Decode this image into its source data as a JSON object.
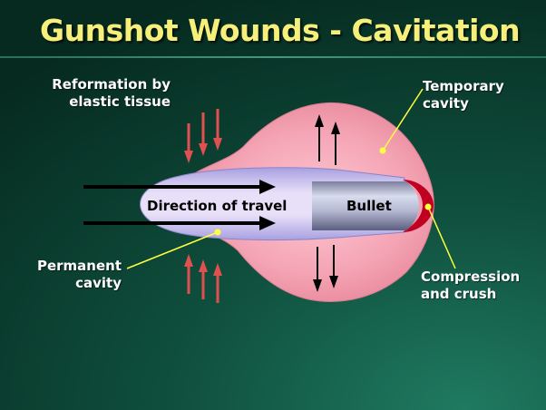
{
  "title": "Gunshot Wounds - Cavitation",
  "labels": {
    "reformation": [
      "Reformation by",
      "elastic tissue"
    ],
    "temporary": [
      "Temporary",
      "cavity"
    ],
    "permanent": [
      "Permanent",
      "cavity"
    ],
    "compression": [
      "Compression",
      "and crush"
    ],
    "direction": "Direction of travel",
    "bullet": "Bullet"
  },
  "colors": {
    "title": "#f6f07a",
    "temporary_cavity": "#f0a0b0",
    "permanent_cavity": "#d6c8f0",
    "bullet": "#a8acc8",
    "crush_zone": "#c00020",
    "tissue_arrows": "#e05050",
    "leader_lines": "#ffff40"
  },
  "icons": {
    "travel_arrows": "right-arrow-icon",
    "expansion_arrows": "vertical-double-arrow-icon",
    "reformation_arrows": "red-arrow-icon"
  }
}
